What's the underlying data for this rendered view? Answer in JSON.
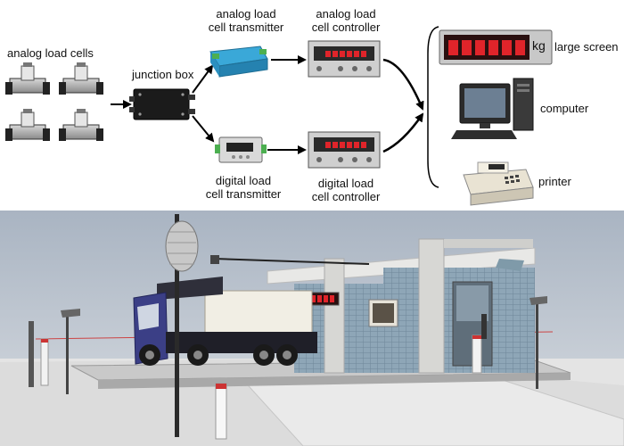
{
  "labels": {
    "analog_load_cells": "analog load cells",
    "junction_box": "junction box",
    "analog_transmitter": {
      "line1": "analog load",
      "line2": "cell transmitter"
    },
    "analog_controller": {
      "line1": "analog load",
      "line2": "cell controller"
    },
    "digital_transmitter": {
      "line1": "digital load",
      "line2": "cell transmitter"
    },
    "digital_controller": {
      "line1": "digital load",
      "line2": "cell controller"
    },
    "large_screen": "large screen",
    "large_screen_unit": "kg",
    "computer": "computer",
    "printer": "printer"
  },
  "colors": {
    "arrow": "#000000",
    "display_digits": "#e0242a",
    "transmitter_analog": "#3aa8d8",
    "sky": "#b9c4d0",
    "tile_wall": "#8fa7b8",
    "truck_cab": "#3b3f86"
  },
  "icons": [
    "load-cell-icon",
    "junction-box-icon",
    "transmitter-icon",
    "controller-icon",
    "large-screen-icon",
    "computer-icon",
    "printer-icon",
    "truck-scale-scene"
  ]
}
